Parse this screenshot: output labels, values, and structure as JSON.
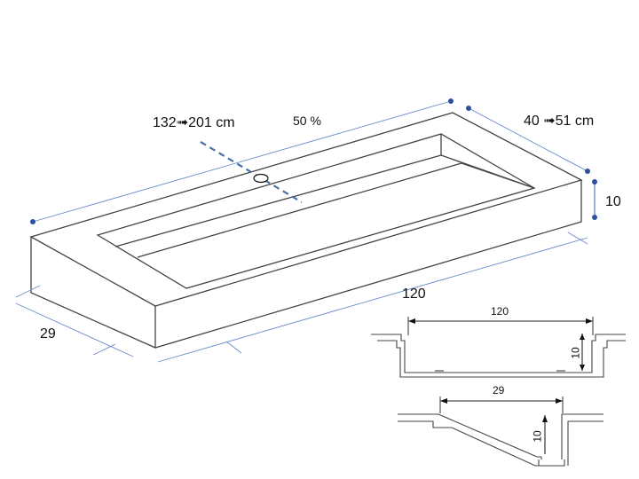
{
  "main_view": {
    "length_range": "132➟201 cm",
    "slope_percent": "50 %",
    "width_range": "40 ➟51 cm",
    "height": "10",
    "length": "120",
    "depth": "29"
  },
  "section_long": {
    "width": "120",
    "height": "10"
  },
  "section_cross": {
    "width": "29",
    "height": "10"
  },
  "colors": {
    "line": "#333333",
    "dimension": "#4a6fb5",
    "dot": "#2f4f9f"
  }
}
